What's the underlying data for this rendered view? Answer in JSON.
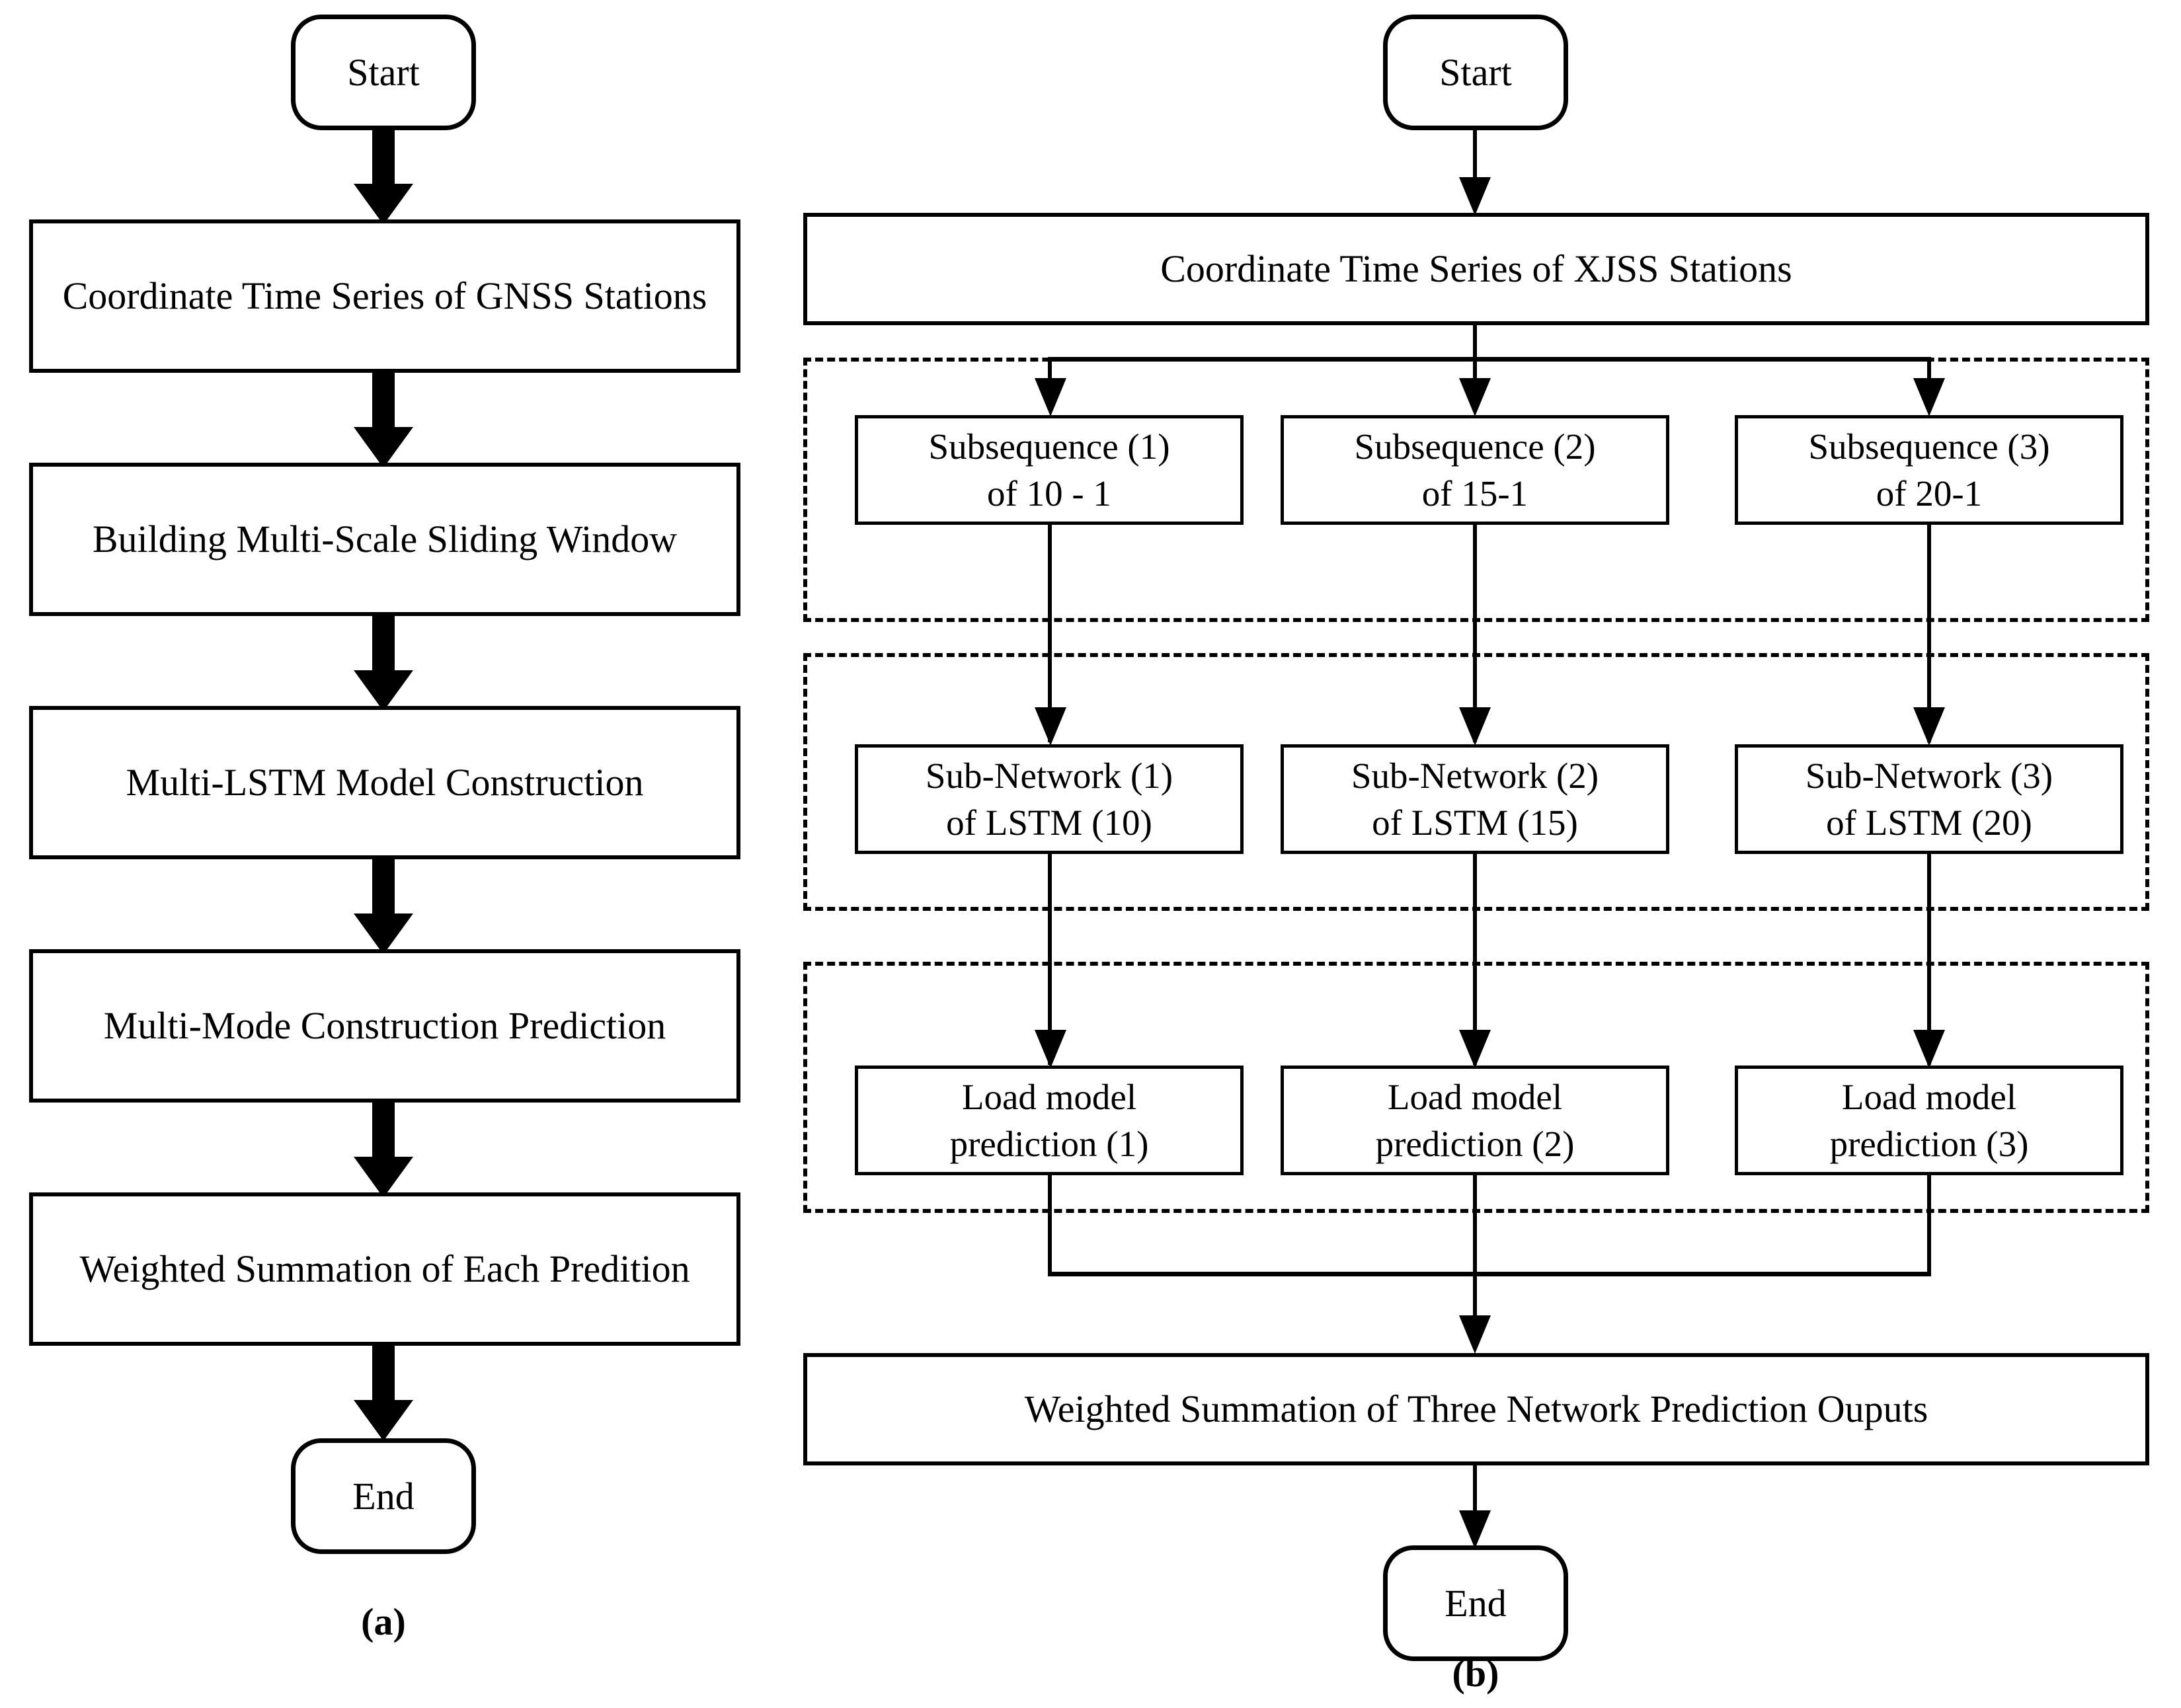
{
  "figure": {
    "panel_a_caption": "(a)",
    "panel_b_caption": "(b)"
  },
  "panel_a": {
    "start": "Start",
    "end": "End",
    "steps": [
      "Coordinate Time Series  of GNSS Stations",
      "Building Multi-Scale Sliding Window",
      "Multi-LSTM Model Construction",
      "Multi-Mode Construction Prediction",
      "Weighted Summation of Each Predition"
    ]
  },
  "panel_b": {
    "start": "Start",
    "end": "End",
    "input_box": "Coordinate Time Series  of XJSS Stations",
    "output_box": "Weighted Summation of Three Network Prediction Ouputs",
    "group_subsequence": [
      "Subsequence (1)\nof 10 - 1",
      "Subsequence (2)\nof 15-1",
      "Subsequence (3)\nof 20-1"
    ],
    "group_subnetwork": [
      "Sub-Network (1)\nof LSTM (10)",
      "Sub-Network (2)\nof LSTM (15)",
      "Sub-Network (3)\nof LSTM (20)"
    ],
    "group_loadmodel": [
      "Load model\nprediction (1)",
      "Load model\nprediction (2)",
      "Load model\nprediction (3)"
    ]
  },
  "colors": {
    "stroke": "#000000",
    "background": "#ffffff"
  }
}
